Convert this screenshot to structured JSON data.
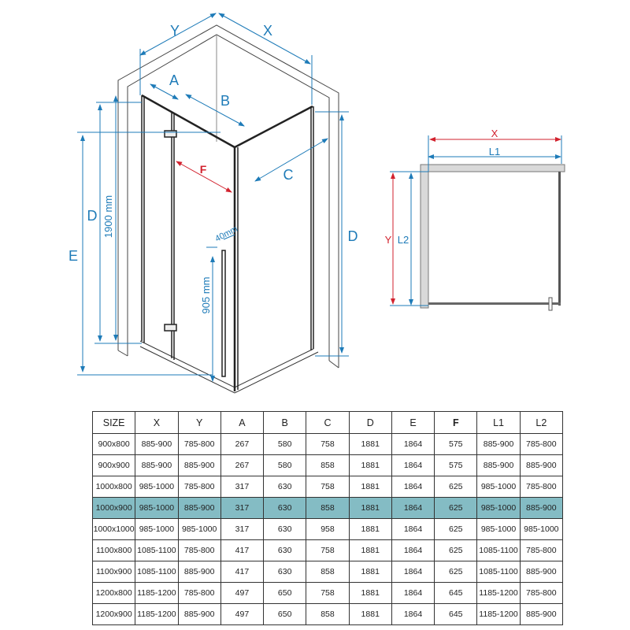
{
  "drawing": {
    "labels": {
      "Y": "Y",
      "X": "X",
      "A": "A",
      "B": "B",
      "C": "C",
      "F": "F",
      "D_left": "D",
      "D_right": "D",
      "E": "E",
      "height_total": "1900 mm",
      "handle_height": "905 mm",
      "handle_offset": "40mm"
    },
    "plan": {
      "X": "X",
      "L1": "L1",
      "Y": "Y",
      "L2": "L2"
    },
    "colors": {
      "dimension": "#1e7bb8",
      "highlight_dimension": "#d2222e",
      "wall": "#d9d9d9"
    }
  },
  "table": {
    "headers": [
      "SIZE",
      "X",
      "Y",
      "A",
      "B",
      "C",
      "D",
      "E",
      "F",
      "L1",
      "L2"
    ],
    "highlight_row": 3,
    "highlight_color": "#84bcc4",
    "rows": [
      [
        "900x800",
        "885-900",
        "785-800",
        "267",
        "580",
        "758",
        "1881",
        "1864",
        "575",
        "885-900",
        "785-800"
      ],
      [
        "900x900",
        "885-900",
        "885-900",
        "267",
        "580",
        "858",
        "1881",
        "1864",
        "575",
        "885-900",
        "885-900"
      ],
      [
        "1000x800",
        "985-1000",
        "785-800",
        "317",
        "630",
        "758",
        "1881",
        "1864",
        "625",
        "985-1000",
        "785-800"
      ],
      [
        "1000x900",
        "985-1000",
        "885-900",
        "317",
        "630",
        "858",
        "1881",
        "1864",
        "625",
        "985-1000",
        "885-900"
      ],
      [
        "1000x1000",
        "985-1000",
        "985-1000",
        "317",
        "630",
        "958",
        "1881",
        "1864",
        "625",
        "985-1000",
        "985-1000"
      ],
      [
        "1100x800",
        "1085-1100",
        "785-800",
        "417",
        "630",
        "758",
        "1881",
        "1864",
        "625",
        "1085-1100",
        "785-800"
      ],
      [
        "1100x900",
        "1085-1100",
        "885-900",
        "417",
        "630",
        "858",
        "1881",
        "1864",
        "625",
        "1085-1100",
        "885-900"
      ],
      [
        "1200x800",
        "1185-1200",
        "785-800",
        "497",
        "650",
        "758",
        "1881",
        "1864",
        "645",
        "1185-1200",
        "785-800"
      ],
      [
        "1200x900",
        "1185-1200",
        "885-900",
        "497",
        "650",
        "858",
        "1881",
        "1864",
        "645",
        "1185-1200",
        "885-900"
      ]
    ]
  }
}
